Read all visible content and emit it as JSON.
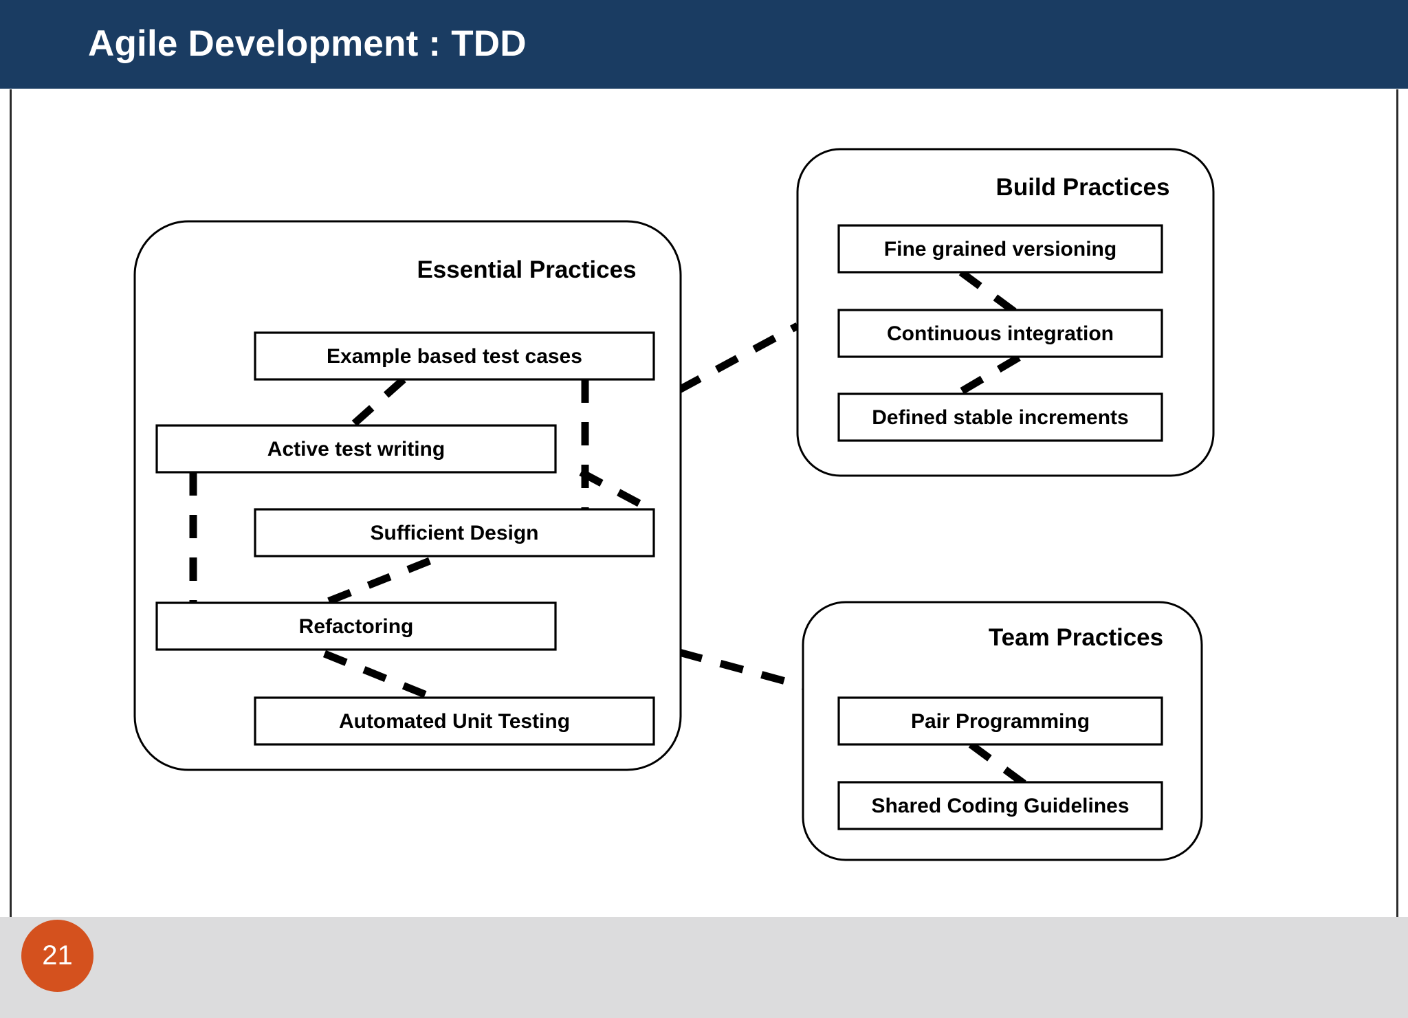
{
  "slide": {
    "title": "Agile Development : TDD",
    "page_number": "21",
    "header_color": "#1a3c62",
    "footer_color": "#dcdcdd",
    "badge_color": "#d4511e",
    "background_color": "#ffffff",
    "line_color": "#000000"
  },
  "diagram": {
    "type": "grouped-node-diagram",
    "groups": [
      {
        "id": "essential-practices",
        "title": "Essential Practices",
        "nodes": [
          {
            "id": "example-based-test-cases",
            "label": "Example based test cases"
          },
          {
            "id": "active-test-writing",
            "label": "Active test writing"
          },
          {
            "id": "sufficient-design",
            "label": "Sufficient Design"
          },
          {
            "id": "refactoring",
            "label": "Refactoring"
          },
          {
            "id": "automated-unit-testing",
            "label": "Automated Unit Testing"
          }
        ]
      },
      {
        "id": "build-practices",
        "title": "Build Practices",
        "nodes": [
          {
            "id": "fine-grained-versioning",
            "label": "Fine grained versioning"
          },
          {
            "id": "continuous-integration",
            "label": "Continuous integration"
          },
          {
            "id": "defined-stable-increments",
            "label": "Defined stable increments"
          }
        ]
      },
      {
        "id": "team-practices",
        "title": "Team Practices",
        "nodes": [
          {
            "id": "pair-programming",
            "label": "Pair Programming"
          },
          {
            "id": "shared-coding-guidelines",
            "label": "Shared Coding Guidelines"
          }
        ]
      }
    ],
    "connections": [
      {
        "from": "example-based-test-cases",
        "to": "active-test-writing",
        "style": "dashed"
      },
      {
        "from": "example-based-test-cases",
        "to": "sufficient-design",
        "style": "dashed"
      },
      {
        "from": "active-test-writing",
        "to": "sufficient-design",
        "style": "dashed"
      },
      {
        "from": "active-test-writing",
        "to": "refactoring",
        "style": "dashed"
      },
      {
        "from": "sufficient-design",
        "to": "refactoring",
        "style": "dashed"
      },
      {
        "from": "refactoring",
        "to": "automated-unit-testing",
        "style": "dashed"
      },
      {
        "from": "essential-practices",
        "to": "build-practices",
        "style": "dashed"
      },
      {
        "from": "essential-practices",
        "to": "team-practices",
        "style": "dashed"
      },
      {
        "from": "fine-grained-versioning",
        "to": "continuous-integration",
        "style": "dashed"
      },
      {
        "from": "continuous-integration",
        "to": "defined-stable-increments",
        "style": "dashed"
      },
      {
        "from": "pair-programming",
        "to": "shared-coding-guidelines",
        "style": "dashed"
      }
    ]
  }
}
